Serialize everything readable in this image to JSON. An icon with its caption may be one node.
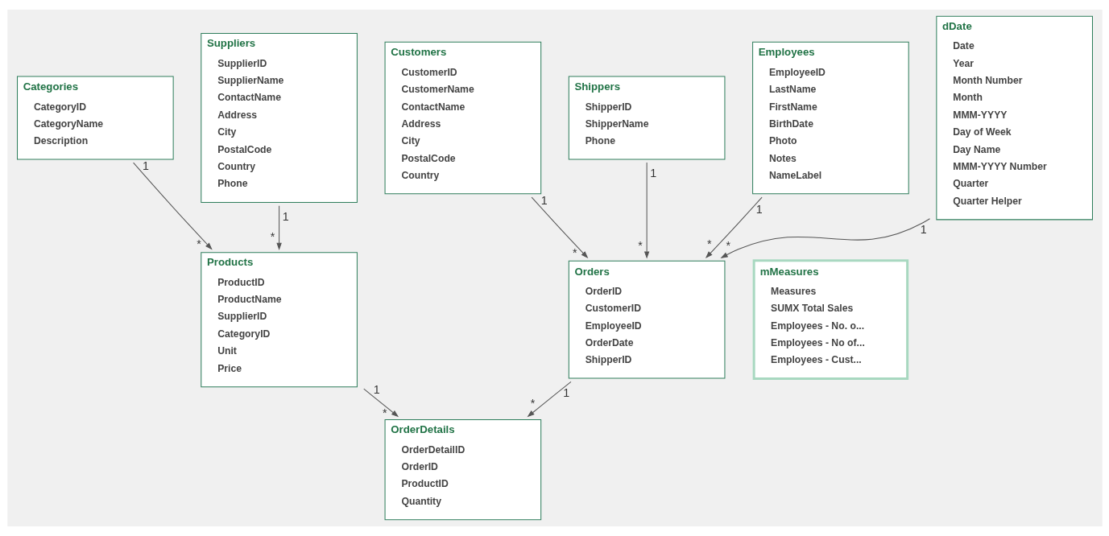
{
  "diagram": {
    "nodes": [
      {
        "text": [
          "OrderDetails",
          "OrderDetailID",
          "OrderID",
          "ProductID",
          "Quantity"
        ]
      },
      {
        "text": [
          "Products",
          "ProductID",
          "ProductName",
          "SupplierID",
          "CategoryID",
          "Unit",
          "Price"
        ]
      },
      {
        "text": [
          "Categories",
          "CategoryID",
          "CategoryName",
          "Description"
        ]
      },
      {
        "text": [
          "Customers",
          "CustomerID",
          "CustomerName",
          "ContactName",
          "Address",
          "City",
          "PostalCode",
          "Country"
        ]
      },
      {
        "text": [
          "Orders",
          "OrderID",
          "CustomerID",
          "EmployeeID",
          "OrderDate",
          "ShipperID"
        ]
      },
      {
        "text": [
          "Shippers",
          "ShipperID",
          "ShipperName",
          "Phone"
        ]
      },
      {
        "text": [
          "Suppliers",
          "SupplierID",
          "SupplierName",
          "ContactName",
          "Address",
          "City",
          "PostalCode",
          "Country",
          "Phone"
        ]
      },
      {
        "text": [
          "Employees",
          "EmployeeID",
          "LastName",
          "FirstName",
          "BirthDate",
          "Photo",
          "Notes",
          "NameLabel"
        ]
      },
      {
        "text": [
          "dDate",
          "Date",
          "Year",
          "Month Number",
          "Month",
          "MMM-YYYY",
          "Day of Week",
          "Day Name",
          "MMM-YYYY Number",
          "Quarter",
          "Quarter Helper"
        ]
      },
      {
        "text": [
          "mMeasures",
          "Measures",
          "SUMX Total Sales",
          "Employees - No. o...",
          "Employees - No of...",
          "Employees - Cust..."
        ]
      }
    ],
    "edges": [
      {
        "from": 1,
        "to": 0,
        "arrow": "to"
      },
      {
        "from": 2,
        "to": 1,
        "arrow": "to"
      },
      {
        "from": 6,
        "to": 1,
        "arrow": "to"
      },
      {
        "from": 4,
        "to": 0,
        "arrow": "to"
      },
      {
        "from": 3,
        "to": 4,
        "arrow": "to"
      },
      {
        "from": 5,
        "to": 4,
        "arrow": "to"
      },
      {
        "from": 7,
        "to": 4,
        "arrow": "to"
      },
      {
        "from": 8,
        "to": 4,
        "arrow": "to"
      }
    ],
    "labels": [
      "1",
      "*",
      "1",
      "*",
      "1",
      "*",
      "1",
      "*",
      "1",
      "*",
      "1",
      "*",
      "1",
      "*",
      "1",
      "*"
    ]
  }
}
